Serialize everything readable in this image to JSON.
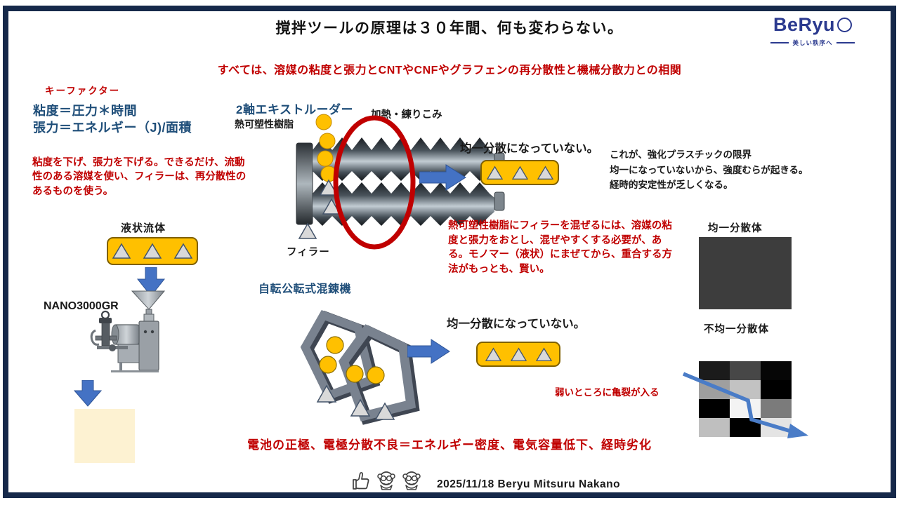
{
  "slide": {
    "title": "撹拌ツールの原理は３０年間、何も変わらない。",
    "subtitle": "すべては、溶媒の粘度と張力とCNTやCNFやグラフェンの再分散性と機械分散力との相関",
    "bottom_note": "電池の正極、電極分散不良＝エネルギー密度、電気容量低下、経時劣化",
    "credit": "2025/11/18 Beryu Mitsuru Nakano"
  },
  "logo": {
    "name": "BeRyu",
    "tagline": "美しい秩序へ"
  },
  "key_factors": {
    "heading": "キーファクター",
    "eq_viscosity": "粘度＝圧力＊時間",
    "eq_tension": "張力＝エネルギー（J)/面積",
    "advice": "粘度を下げ、張力を下げる。できるだけ、流動性のある溶媒を使い、フィラーは、再分散性のあるものを使う。"
  },
  "extruder": {
    "title": "2軸エキストルーダー",
    "resin_label": "熱可塑性樹脂",
    "heating_label": "加熱・練りこみ",
    "filler_label": "フィラー",
    "result": "均一分散になっていない。",
    "limit_note": "これが、強化プラスチックの限界\n均一になっていないから、強度むらが起きる。\n経時的安定性が乏しくなる。"
  },
  "mixing_note": "熱可塑性樹脂にフィラーを混ぜるには、溶媒の粘度と張力をおとし、混ぜやすくする必要が、ある。モノマー（液状）にまぜてから、重合する方法がもっとも、賢い。",
  "kneader": {
    "title": "自転公転式混錬機",
    "result": "均一分散になっていない。"
  },
  "liquid_path": {
    "label": "液状流体",
    "machine": "NANO3000GR"
  },
  "dispersion": {
    "uniform_label": "均一分散体",
    "nonuniform_label": "不均一分散体",
    "crack_label": "弱いところに亀裂が入る",
    "uniform_color": "#3d3d3d",
    "grid_colors": [
      [
        "#1b1b1b",
        "#474747",
        "#060606"
      ],
      [
        "#9f9f9f",
        "#c2c2c2",
        "#000000"
      ],
      [
        "#000000",
        "#f3f3f3",
        "#7b7b7b"
      ],
      [
        "#bfbfbf",
        "#000000",
        "#e4e4e4"
      ]
    ]
  },
  "icons": {
    "footer": [
      "thumbs-up-icon",
      "see-no-evil-monkey-icon",
      "see-no-evil-monkey-icon"
    ]
  },
  "colors": {
    "frame_navy": "#16294a",
    "accent_red": "#c00000",
    "heading_blue": "#1f4e79",
    "capsule_yellow": "#ffc000",
    "arrow_blue": "#4472c4",
    "cream": "#fdf2d2",
    "logo_blue": "#2b3a8f"
  }
}
